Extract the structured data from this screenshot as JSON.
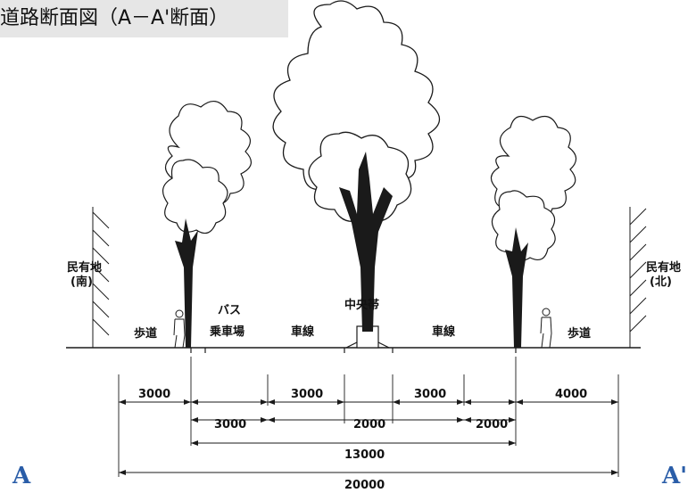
{
  "title": "道路断面図（A－A'断面）",
  "labels": {
    "private_south": [
      "民有地",
      "(南)"
    ],
    "private_north": [
      "民有地",
      "(北)"
    ],
    "sidewalk_left": "歩道",
    "bus_stop": [
      "バス",
      "乗車場"
    ],
    "lane_left": "車線",
    "median": "中央帯",
    "lane_right": "車線",
    "sidewalk_right": "歩道"
  },
  "dimensions": {
    "row1": [
      "3000",
      "3000",
      "3000",
      "4000"
    ],
    "row2": [
      "3000",
      "2000",
      "2000"
    ],
    "total_inner": "13000",
    "total": "20000"
  },
  "section_marks": {
    "left": "A",
    "right": "A'"
  },
  "colors": {
    "line": "#1a1a1a",
    "section_mark": "#2a5da8",
    "title_bg": "#e6e6e6"
  }
}
